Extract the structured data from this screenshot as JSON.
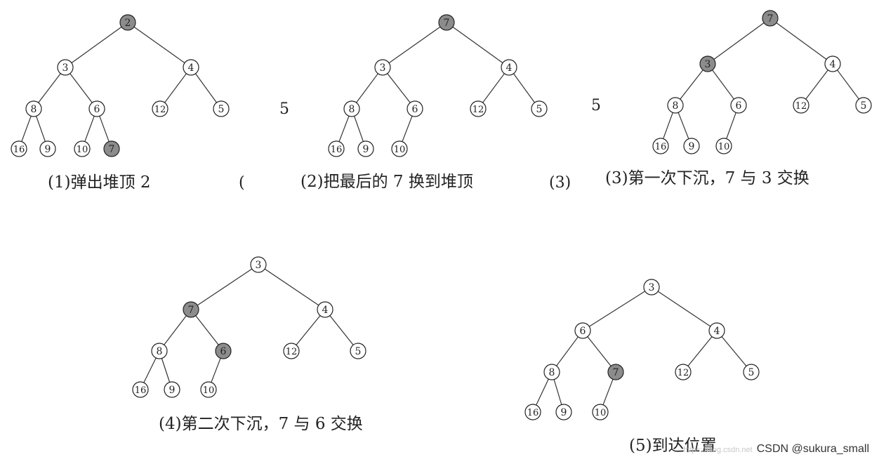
{
  "colors": {
    "edge": "#333333",
    "node_fill": "#ffffff",
    "node_stroke": "#222222",
    "highlight_fill": "#8c8c8c",
    "text": "#222222"
  },
  "panels": [
    {
      "caption": "(1)弹出堆顶 2",
      "nodes": [
        {
          "label": "2",
          "highlight": true
        },
        {
          "label": "3",
          "highlight": false
        },
        {
          "label": "4",
          "highlight": false
        },
        {
          "label": "8",
          "highlight": false
        },
        {
          "label": "6",
          "highlight": false
        },
        {
          "label": "12",
          "highlight": false
        },
        {
          "label": "5",
          "highlight": false
        },
        {
          "label": "16",
          "highlight": false
        },
        {
          "label": "9",
          "highlight": false
        },
        {
          "label": "10",
          "highlight": false
        },
        {
          "label": "7",
          "highlight": true
        }
      ]
    },
    {
      "caption": "(2)把最后的 7 换到堆顶",
      "nodes": [
        {
          "label": "7",
          "highlight": true
        },
        {
          "label": "3",
          "highlight": false
        },
        {
          "label": "4",
          "highlight": false
        },
        {
          "label": "8",
          "highlight": false
        },
        {
          "label": "6",
          "highlight": false
        },
        {
          "label": "12",
          "highlight": false
        },
        {
          "label": "5",
          "highlight": false
        },
        {
          "label": "16",
          "highlight": false
        },
        {
          "label": "9",
          "highlight": false
        },
        {
          "label": "10",
          "highlight": false
        }
      ]
    },
    {
      "caption": "(3)第一次下沉，7 与 3 交换",
      "nodes": [
        {
          "label": "7",
          "highlight": true
        },
        {
          "label": "3",
          "highlight": true
        },
        {
          "label": "4",
          "highlight": false
        },
        {
          "label": "8",
          "highlight": false
        },
        {
          "label": "6",
          "highlight": false
        },
        {
          "label": "12",
          "highlight": false
        },
        {
          "label": "5",
          "highlight": false
        },
        {
          "label": "16",
          "highlight": false
        },
        {
          "label": "9",
          "highlight": false
        },
        {
          "label": "10",
          "highlight": false
        }
      ]
    },
    {
      "caption": "(4)第二次下沉，7 与 6 交换",
      "nodes": [
        {
          "label": "3",
          "highlight": false
        },
        {
          "label": "7",
          "highlight": true
        },
        {
          "label": "4",
          "highlight": false
        },
        {
          "label": "8",
          "highlight": false
        },
        {
          "label": "6",
          "highlight": true
        },
        {
          "label": "12",
          "highlight": false
        },
        {
          "label": "5",
          "highlight": false
        },
        {
          "label": "16",
          "highlight": false
        },
        {
          "label": "9",
          "highlight": false
        },
        {
          "label": "10",
          "highlight": false
        }
      ]
    },
    {
      "caption": "(5)到达位置",
      "nodes": [
        {
          "label": "3",
          "highlight": false
        },
        {
          "label": "6",
          "highlight": false
        },
        {
          "label": "4",
          "highlight": false
        },
        {
          "label": "8",
          "highlight": false
        },
        {
          "label": "7",
          "highlight": true
        },
        {
          "label": "12",
          "highlight": false
        },
        {
          "label": "5",
          "highlight": false
        },
        {
          "label": "16",
          "highlight": false
        },
        {
          "label": "9",
          "highlight": false
        },
        {
          "label": "10",
          "highlight": false
        }
      ]
    }
  ],
  "fragments": [
    "5",
    "(",
    "(3)",
    "5"
  ],
  "watermark": {
    "faint": "https://blog.csdn.net",
    "text": "CSDN @sukura_small"
  }
}
